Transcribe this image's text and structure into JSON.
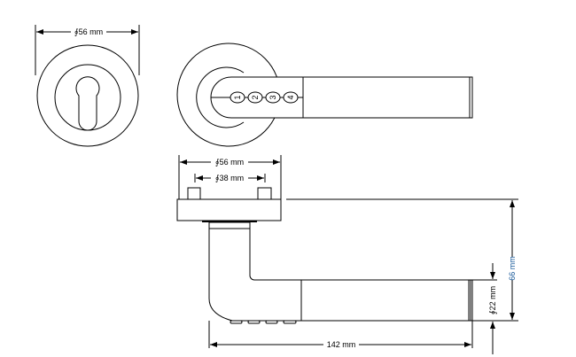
{
  "drawing": {
    "escutcheon_diameter": "∮56 mm",
    "rose_diameter": "∮56 mm",
    "rose_inner_diameter": "∮38 mm",
    "height": "66 mm",
    "lever_diameter": "∮22 mm",
    "length": "142 mm",
    "keypad_buttons": [
      "1",
      "2",
      "3",
      "4"
    ]
  },
  "colors": {
    "line": "#000000",
    "height_label": "#1a5a9a"
  }
}
